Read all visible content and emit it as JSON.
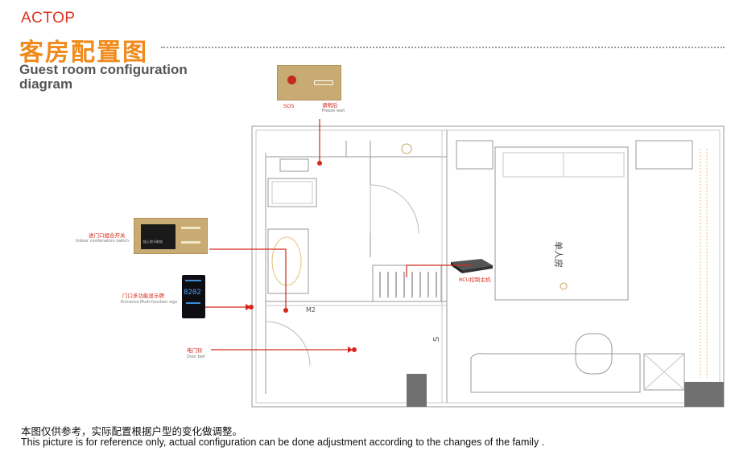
{
  "header": {
    "brand": "ACTOP",
    "title_cn": "客房配置图",
    "title_en": "Guest room configuration diagram"
  },
  "devices": {
    "sos": {
      "label": "SOS"
    },
    "please_wait": {
      "label_cn": "请稍后",
      "label_en": "Please wait"
    },
    "entry_switch": {
      "label_cn": "进门口组合开关",
      "label_en": "Indoor combination switch",
      "panel_text": "插入房卡取电"
    },
    "entrance_display": {
      "label_cn": "门口多功能显示牌",
      "label_en": "Entrance Multi-function sign",
      "screen_number": "8202"
    },
    "doorbell": {
      "label_cn": "电门铃",
      "label_en": "Door bell"
    },
    "rcu": {
      "label": "RCU控制主机"
    }
  },
  "plan": {
    "door_label": "M2",
    "s_label": "S",
    "bed_text": "单人房"
  },
  "footer": {
    "note_cn": "本图仅供参考，实际配置根据户型的变化做调整。",
    "note_en": "This picture is for reference only, actual configuration can be done adjustment according to the changes of the family ."
  },
  "colors": {
    "brand": "#e2311d",
    "title": "#f08a1c",
    "pointer": "#d6271a",
    "panel_gold": "#c8ab72"
  }
}
